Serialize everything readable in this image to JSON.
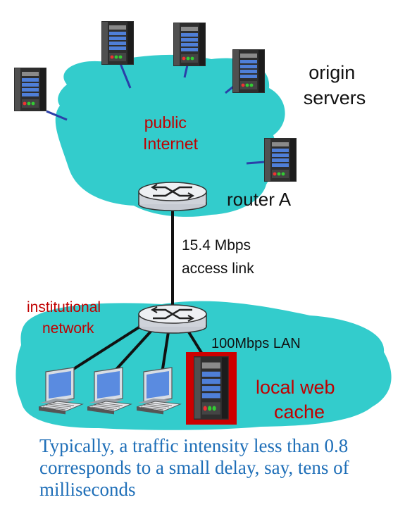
{
  "labels": {
    "origin_servers": [
      "origin",
      "servers"
    ],
    "public_internet": [
      "public",
      "Internet"
    ],
    "router": "router A",
    "access_link": [
      "15.4 Mbps",
      "access link"
    ],
    "institutional_network": [
      "institutional",
      "network"
    ],
    "lan": "100Mbps LAN",
    "local_cache": [
      "local web",
      "cache"
    ]
  },
  "caption": [
    "Typically, a traffic intensity less than 0.8",
    "corresponds to a small delay, say, tens of",
    "milliseconds"
  ],
  "colors": {
    "cloud_fill": "#33cccc",
    "red_label": "#c00000",
    "caption_text": "#1f6fb8",
    "cache_highlight": "#cc0000",
    "server_body": "#3a3a3a",
    "server_slot": "#4f7fd8"
  },
  "icons": {
    "server": "server-tower-icon",
    "router": "router-icon",
    "workstation": "desktop-computer-icon"
  }
}
